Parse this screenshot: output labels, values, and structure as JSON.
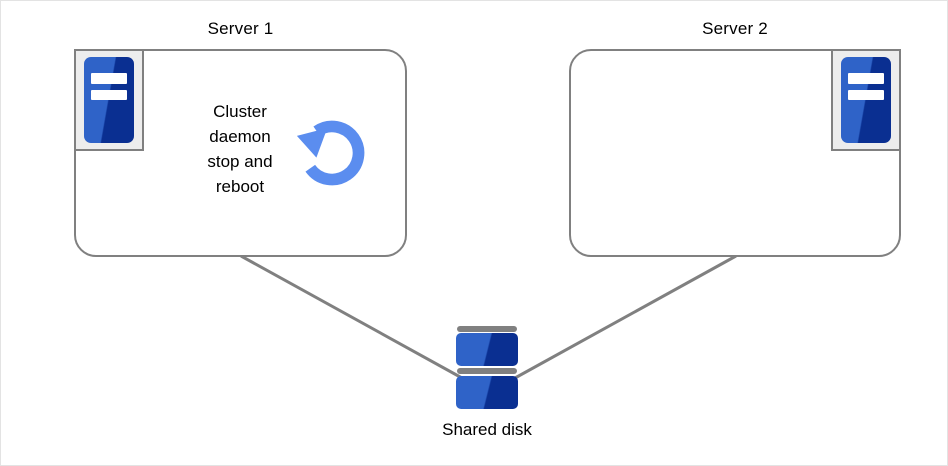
{
  "diagram": {
    "title_absent": true,
    "background_color": "#ffffff",
    "border_color": "#e3e3e3",
    "accent_blue": "#2f63c8",
    "accent_dark_blue": "#0a2f91",
    "reboot_icon_color": "#5b8def",
    "outline_gray": "#808080",
    "icon_panel_gray": "#ededed"
  },
  "nodes": {
    "server1": {
      "label": "Server 1",
      "icon_name": "server-machine-icon",
      "icon_position": "top-left",
      "annotation": "Cluster\ndaemon\nstop and\nreboot",
      "status_icon_name": "reboot-icon"
    },
    "server2": {
      "label": "Server 2",
      "icon_name": "server-machine-icon",
      "icon_position": "top-right",
      "annotation": "",
      "status_icon_name": ""
    },
    "shared_disk": {
      "label": "Shared disk",
      "icon_name": "shared-disk-icon",
      "platter_count": 2
    }
  },
  "connections": [
    {
      "from": "server1",
      "to": "shared_disk"
    },
    {
      "from": "server2",
      "to": "shared_disk"
    }
  ]
}
